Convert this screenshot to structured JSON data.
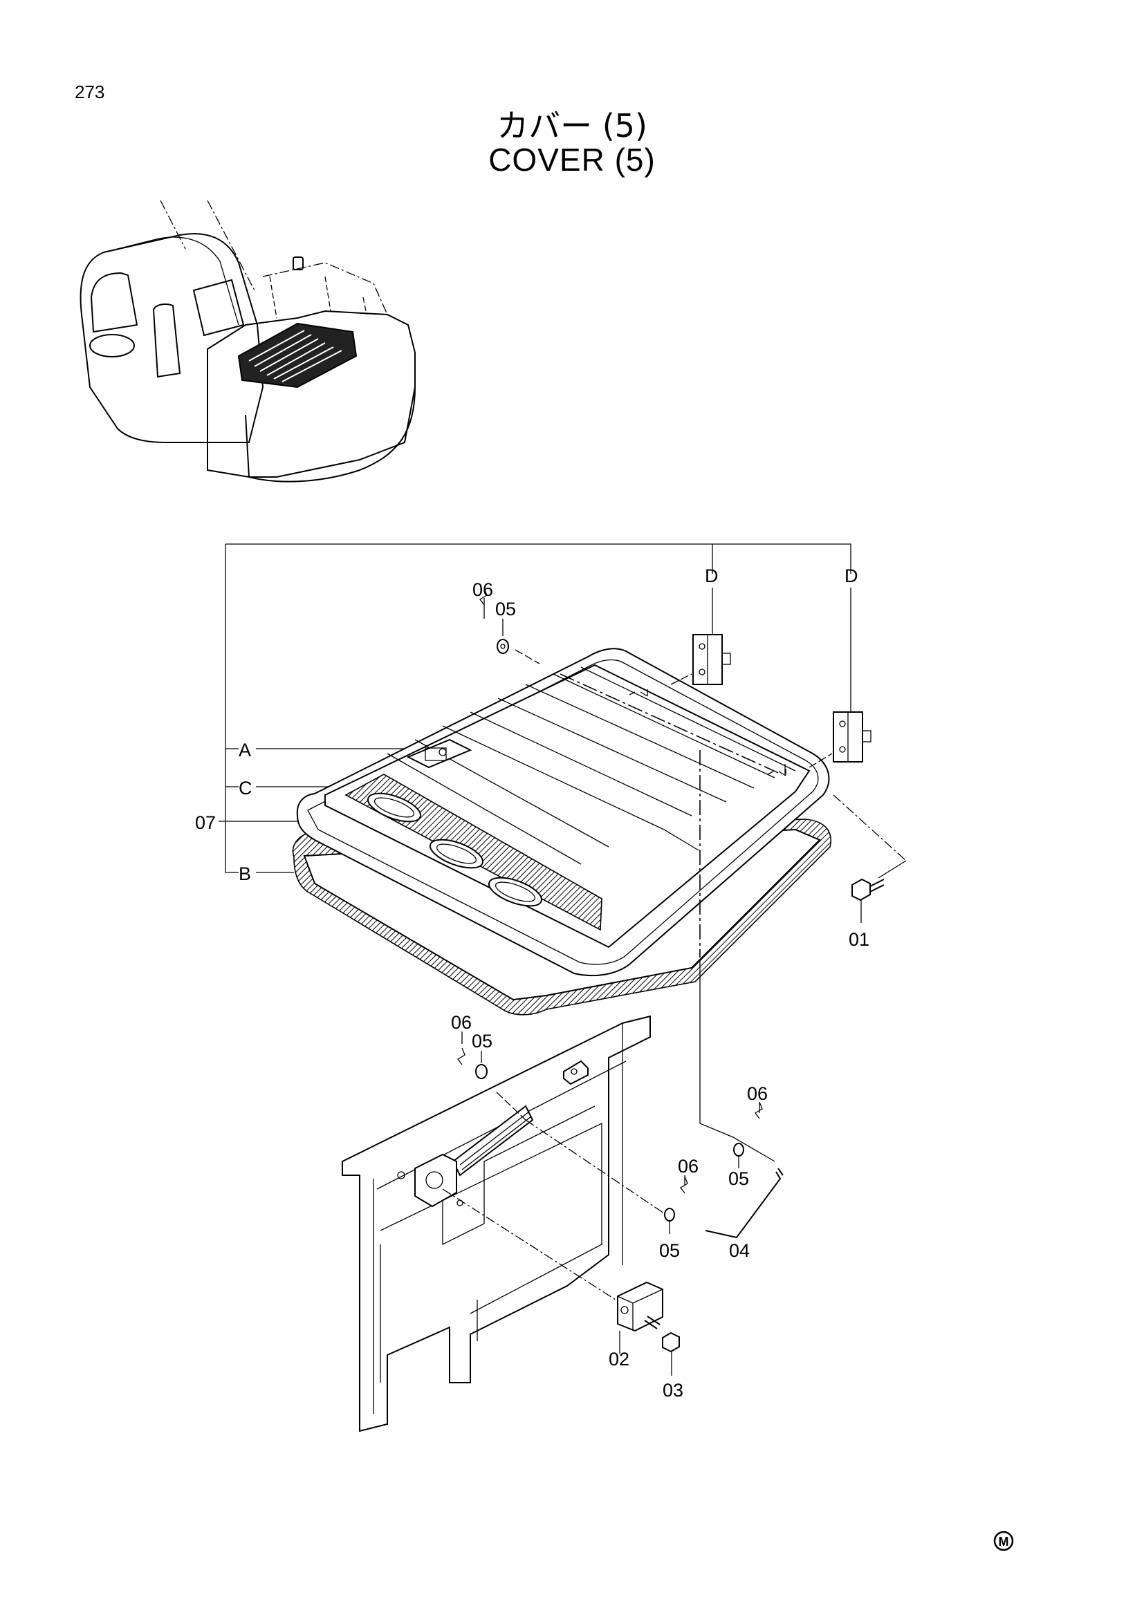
{
  "page_number": "273",
  "title_jp": "カバー (5)",
  "title_en": "COVER (5)",
  "callouts": {
    "A": "A",
    "B": "B",
    "C": "C",
    "D1": "D",
    "D2": "D",
    "p01": "01",
    "p02": "02",
    "p03": "03",
    "p04": "04",
    "p05_a": "05",
    "p06_a": "06",
    "p05_b": "05",
    "p06_b": "06",
    "p06_c": "06",
    "p05_c": "05",
    "p06_d": "06",
    "p05_d": "05",
    "p07": "07"
  },
  "mark": "M"
}
